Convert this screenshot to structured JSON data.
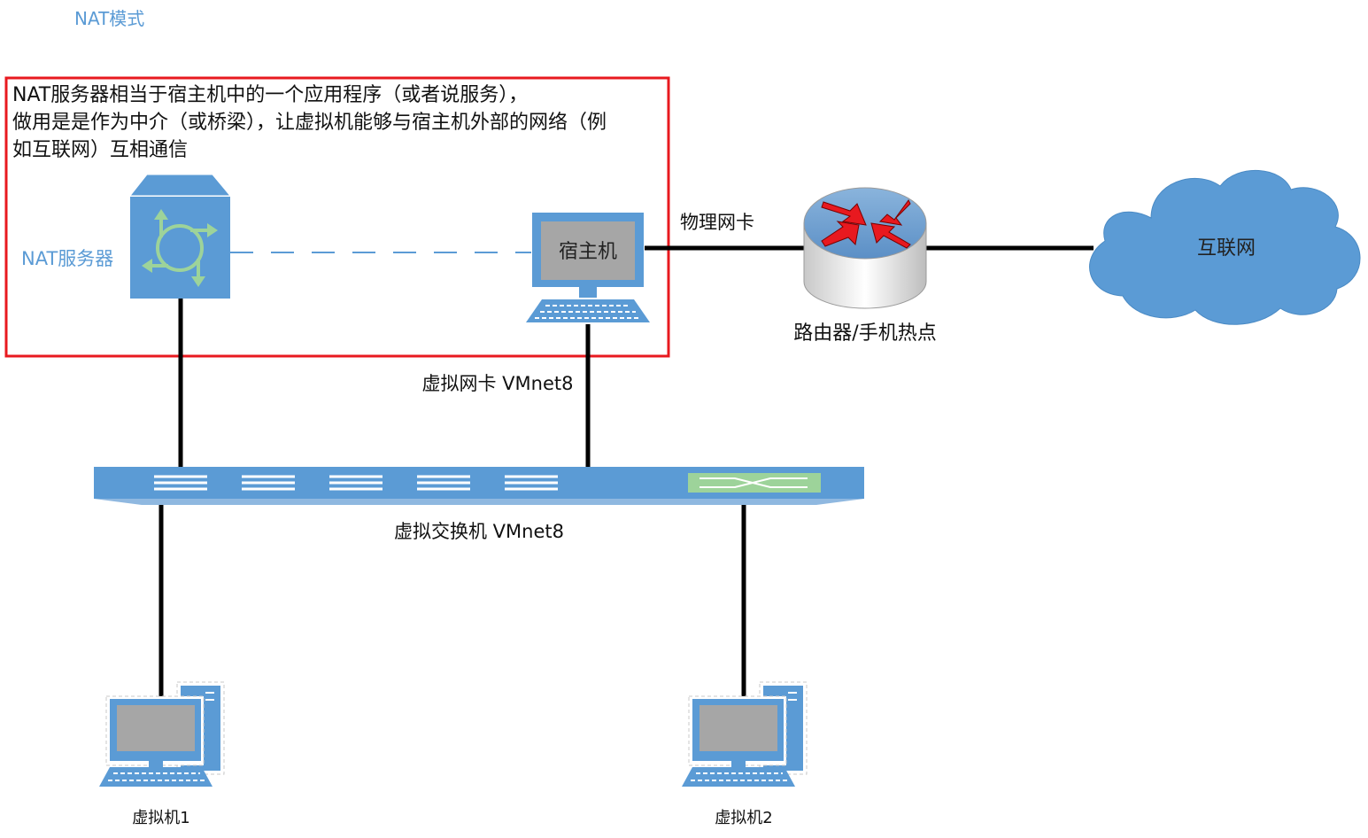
{
  "page_title": "NAT模式",
  "description": {
    "lines": [
      "NAT服务器相当于宿主机中的一个应用程序（或者说服务），",
      "做用是是作为中介（或桥梁），让虚拟机能够与宿主机外部的网络（例",
      "如互联网）互相通信"
    ]
  },
  "labels": {
    "nat_server": "NAT服务器",
    "host": "宿主机",
    "physical_nic": "物理网卡",
    "router": "路由器/手机热点",
    "internet": "互联网",
    "virtual_nic": "虚拟网卡 VMnet8",
    "virtual_switch": "虚拟交换机 VMnet8",
    "vm1": "虚拟机1",
    "vm2": "虚拟机2"
  },
  "colors": {
    "accent_blue": "#5b9bd5",
    "nat_text_blue": "#5b9bd5",
    "highlight_red": "#e8191f",
    "link_black": "#000000",
    "screen_gray": "#a6a6a6",
    "router_arrow_red": "#e8191f",
    "nat_arrow_green": "#9dd39a"
  },
  "icons": {
    "nat_server": "nat-server-icon",
    "host": "workstation-icon",
    "router": "router-icon",
    "internet": "cloud-icon",
    "switch": "switch-icon",
    "vm": "desktop-computer-icon"
  }
}
